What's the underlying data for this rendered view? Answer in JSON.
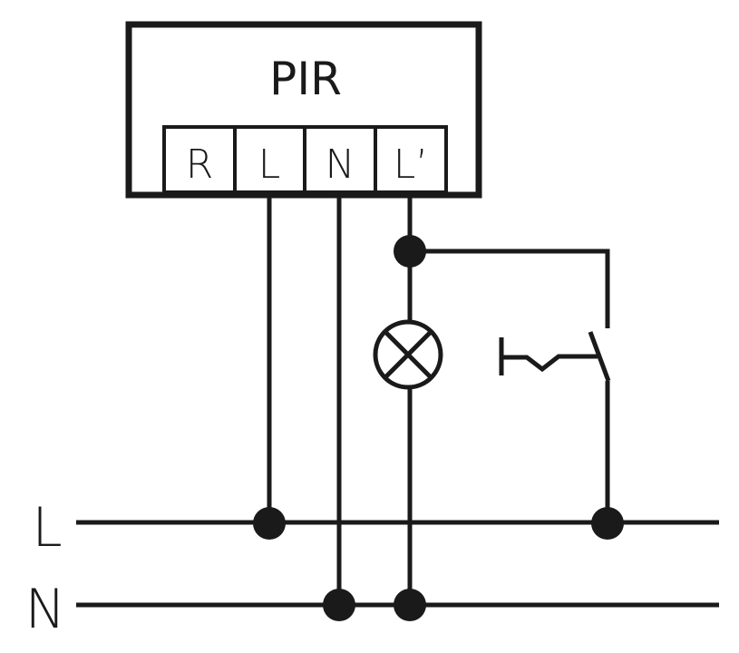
{
  "device": {
    "title": "PIR",
    "terminals": [
      "R",
      "L",
      "N",
      "L’"
    ]
  },
  "bus": {
    "line_label": "L",
    "neutral_label": "N"
  },
  "components": {
    "lamp": "lamp-icon",
    "switch": "pushbutton-switch-icon"
  },
  "colors": {
    "ink": "#1a1a1a",
    "background": "#ffffff"
  }
}
